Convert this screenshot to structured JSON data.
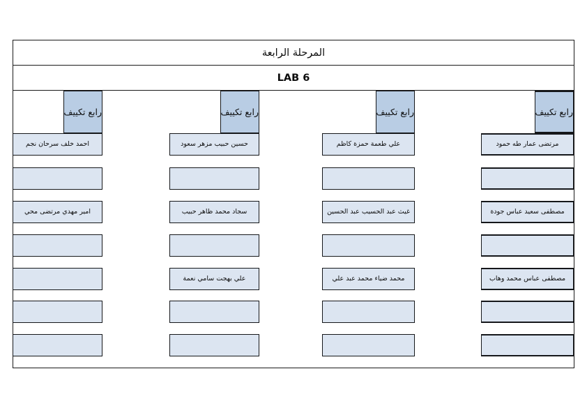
{
  "document": {
    "stage_title": "المرحلة الرابعة",
    "lab_title": "LAB 6"
  },
  "colors": {
    "header_fill": "#b9cde4",
    "cell_fill": "#dce5f1",
    "border": "#15171a",
    "page_background": "#ffffff",
    "text": "#0d0d0d"
  },
  "groups": [
    {
      "header": "رابع تكييف",
      "students": [
        "مرتضى عمار طه حمود",
        "",
        "مصطفى سعيد عباس جودة",
        "",
        "مصطفى عباس محمد وهاب",
        "",
        ""
      ]
    },
    {
      "header": "رابع تكييف",
      "students": [
        "علي طعمة حمزة كاظم",
        "",
        "غيث عبد الحسيب عبد الحسين",
        "",
        "محمد ضياء محمد عبد علي",
        "",
        ""
      ]
    },
    {
      "header": "رابع تكييف",
      "students": [
        "حسين حبيب مزهر سعود",
        "",
        "سجاد محمد ظاهر حبيب",
        "",
        "علي بهجت سامي نعمة",
        "",
        ""
      ]
    },
    {
      "header": "رابع تكييف",
      "students": [
        "احمد خلف سرحان نجم",
        "",
        "امير مهدي مرتضى محي",
        "",
        "",
        "",
        ""
      ]
    }
  ]
}
